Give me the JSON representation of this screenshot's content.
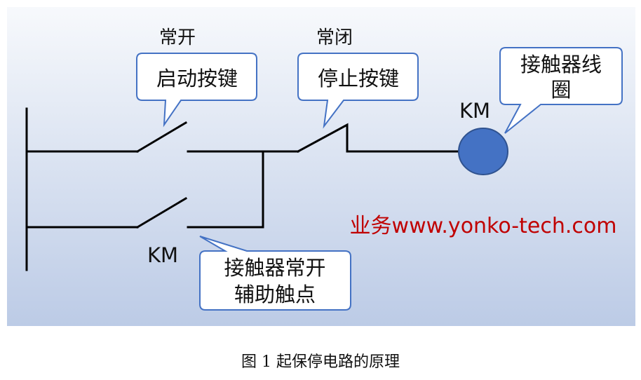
{
  "labels": {
    "start_type": "常开",
    "start_button": "启动按键",
    "stop_type": "常闭",
    "stop_button": "停止按键",
    "coil_name": "KM",
    "coil_label_line1": "接触器线",
    "coil_label_line2": "圈",
    "aux_name": "KM",
    "aux_label_line1": "接触器常开",
    "aux_label_line2": "辅助触点",
    "watermark": "业务www.yonko-tech.com"
  },
  "caption": "图 1 起保停电路的原理",
  "colors": {
    "background_top": "#f7f9fc",
    "background_bottom": "#bccbe6",
    "wire": "#000000",
    "coil_fill": "#4472c4",
    "coil_stroke": "#2f528f",
    "callout_stroke": "#4472c4",
    "watermark": "#c00000"
  }
}
